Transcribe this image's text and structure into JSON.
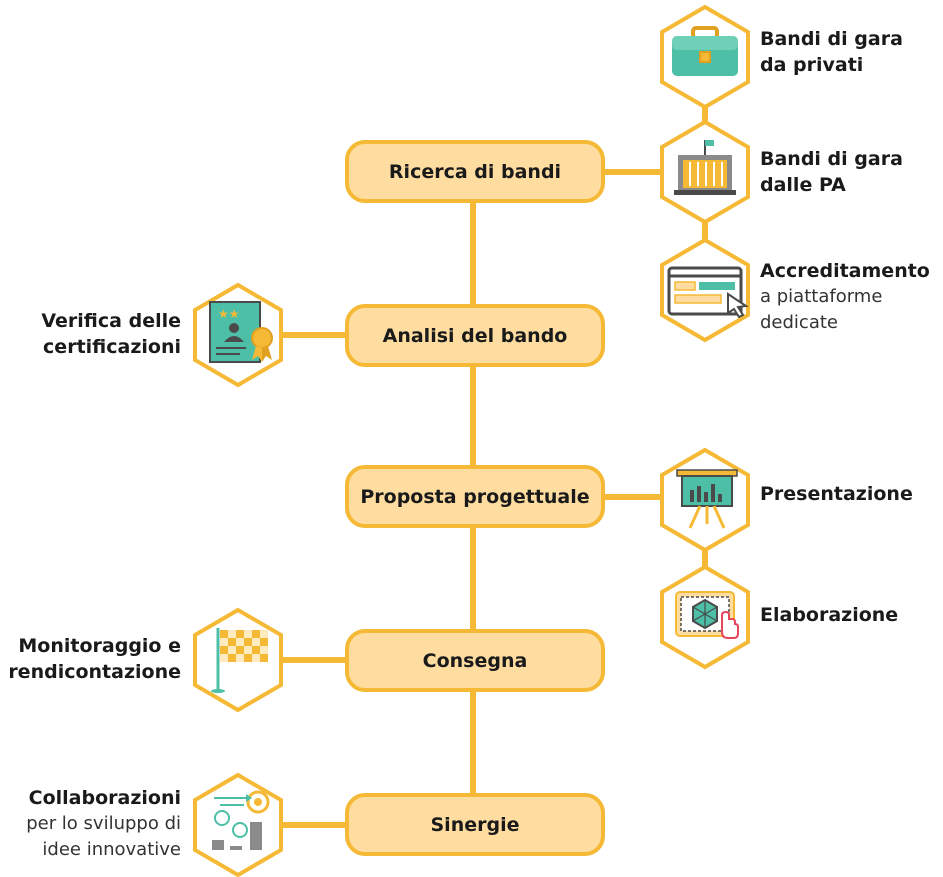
{
  "stages": [
    {
      "id": "ricerca",
      "label": "Ricerca di bandi"
    },
    {
      "id": "analisi",
      "label": "Analisi del bando"
    },
    {
      "id": "proposta",
      "label": "Proposta progettuale"
    },
    {
      "id": "consegna",
      "label": "Consegna"
    },
    {
      "id": "sinergie",
      "label": "Sinergie"
    }
  ],
  "branches": {
    "bandi_privati": {
      "title_l1": "Bandi di gara",
      "title_l2": "da privati",
      "icon": "briefcase-icon"
    },
    "bandi_pa": {
      "title_l1": "Bandi di gara",
      "title_l2": "dalle PA",
      "icon": "government-building-icon"
    },
    "accreditamento": {
      "title": "Accreditamento",
      "sub_l1": "a piattaforme",
      "sub_l2": "dedicate",
      "icon": "web-form-cursor-icon"
    },
    "verifica": {
      "title_l1": "Verifica delle",
      "title_l2": "certificazioni",
      "icon": "certificate-icon"
    },
    "presentazione": {
      "title": "Presentazione",
      "icon": "presentation-board-icon"
    },
    "elaborazione": {
      "title": "Elaborazione",
      "icon": "touch-design-icon"
    },
    "monitoraggio": {
      "title_l1": "Monitoraggio e",
      "title_l2": "rendicontazione",
      "icon": "checkered-flag-icon"
    },
    "collaborazioni": {
      "title": "Collaborazioni",
      "sub_l1": "per lo sviluppo di",
      "sub_l2": "idee innovative",
      "icon": "team-target-icon"
    }
  },
  "colors": {
    "accent": "#f5b935",
    "fill": "#ffdca0",
    "teal": "#4cbfa6",
    "text": "#1a1a1a"
  }
}
